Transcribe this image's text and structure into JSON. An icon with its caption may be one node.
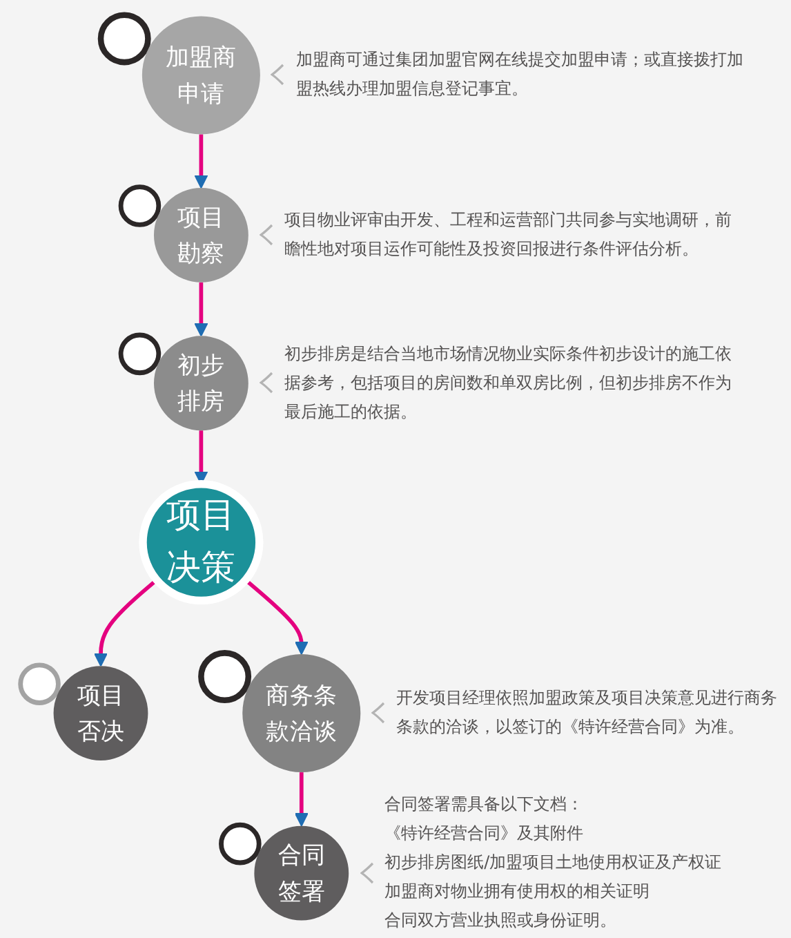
{
  "diagram": {
    "nodes": [
      {
        "text": [
          "加盟商申请"
        ],
        "beside": [
          "加盟商可通过集团加盟官网在线提交加盟申请；或直接拨打加盟热线办理加盟信息登记事宜。"
        ]
      },
      {
        "text": [
          "项目勘察"
        ],
        "beside": [
          "项目物业评审由开发、工程和运营部门共同参与实地调研，前瞻性地对项目运作可能性及投资回报进行条件评估分析。"
        ]
      },
      {
        "text": [
          "初步排房"
        ],
        "beside": [
          "初步排房是结合当地市场情况物业实际条件初步设计的施工依据参考，包括项目的房间数和单双房比例，但初步排房不作为最后施工的依据。"
        ]
      },
      {
        "text": [
          "项目决策"
        ]
      },
      {
        "text": [
          "项目否决"
        ]
      },
      {
        "text": [
          "商务条款洽谈"
        ],
        "beside": [
          "开发项目经理依照加盟政策及项目决策意见进行商务条款的洽谈，以签订的《特许经营合同》为准。"
        ]
      },
      {
        "text": [
          "合同签署"
        ],
        "beside": [
          "合同签署需具备以下文档：",
          "《特许经营合同》及其附件",
          "初步排房图纸/加盟项目土地使用权证及产权证",
          "加盟商对物业拥有使用权的相关证明",
          "合同双方营业执照或身份证明。"
        ]
      }
    ],
    "edges": [
      {
        "from": 0,
        "to": 1,
        "arrow": "to"
      },
      {
        "from": 1,
        "to": 2,
        "arrow": "to"
      },
      {
        "from": 2,
        "to": 3,
        "arrow": "to"
      },
      {
        "from": 3,
        "to": 5,
        "arrow": "to"
      },
      {
        "from": 3,
        "to": 4,
        "arrow": "to"
      },
      {
        "from": 5,
        "to": 6,
        "arrow": "to"
      }
    ]
  }
}
